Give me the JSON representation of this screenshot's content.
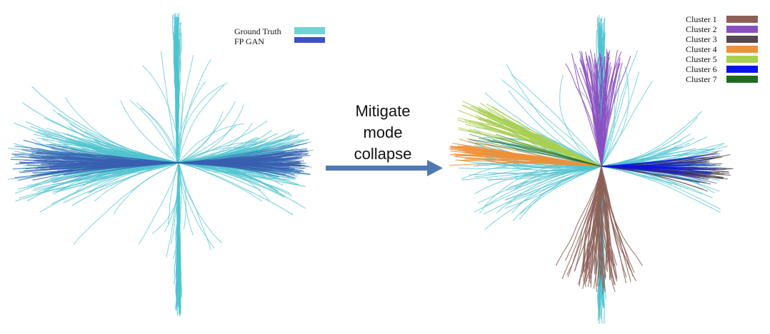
{
  "left_panel": {
    "legend": [
      {
        "label": "Ground Truth",
        "color": "#6fd3d8"
      },
      {
        "label": "FP GAN",
        "color": "#3f4fc4"
      }
    ],
    "colors": {
      "ground_truth": "#4fc3cf",
      "fp_gan": "#3a5fb0"
    }
  },
  "arrow": {
    "lines": [
      "Mitigate",
      "mode",
      "collapse"
    ],
    "color": "#5178b3"
  },
  "right_panel": {
    "legend": [
      {
        "label": "Cluster 1",
        "color": "#8c6058"
      },
      {
        "label": "Cluster 2",
        "color": "#8a4fbf"
      },
      {
        "label": "Cluster 3",
        "color": "#56484f"
      },
      {
        "label": "Cluster 4",
        "color": "#ee913a"
      },
      {
        "label": "Cluster 5",
        "color": "#a9cf4f"
      },
      {
        "label": "Cluster 6",
        "color": "#0a14e6"
      },
      {
        "label": "Cluster 7",
        "color": "#1f6b1f"
      }
    ],
    "colors": {
      "ground_truth": "#4fc3cf"
    }
  }
}
